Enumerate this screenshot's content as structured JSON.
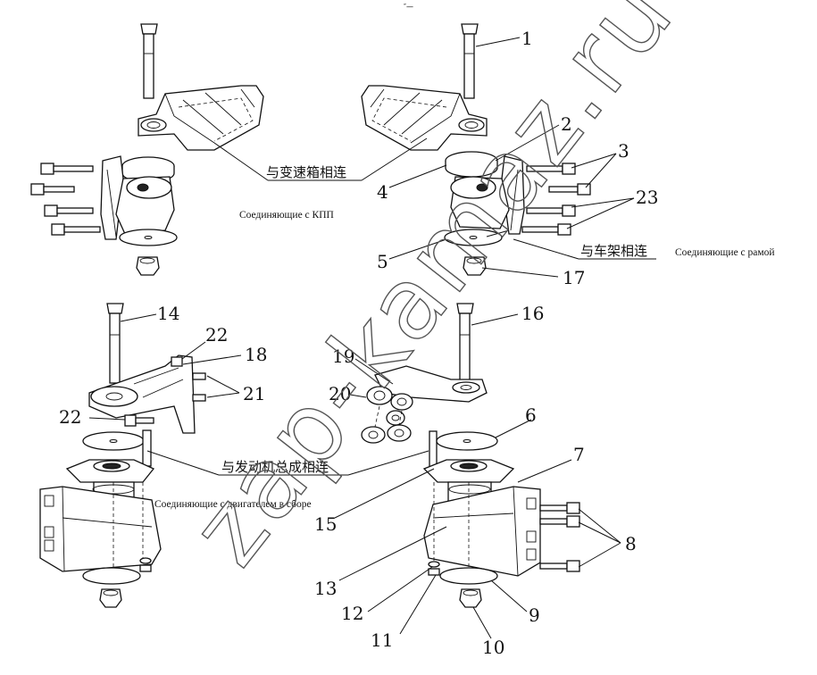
{
  "header_mark": "″—",
  "part_numbers": [
    "1",
    "2",
    "3",
    "4",
    "5",
    "6",
    "7",
    "8",
    "9",
    "10",
    "11",
    "12",
    "13",
    "14",
    "15",
    "16",
    "17",
    "18",
    "19",
    "20",
    "21",
    "22",
    "22",
    "23"
  ],
  "captions": {
    "transmission_cn": "与变速箱相连",
    "transmission_ru": "Соединяющие с КПП",
    "frame_cn": "与车架相连",
    "frame_ru": "Соединяющие с рамой",
    "engine_cn": "与发动机总成相连",
    "engine_ru": "Соединяющие с двигателем в сборе"
  },
  "watermark": "zap-kamaz.ru",
  "colors": {
    "line": "#111111",
    "background": "#ffffff",
    "fill_dark": "#222222"
  }
}
